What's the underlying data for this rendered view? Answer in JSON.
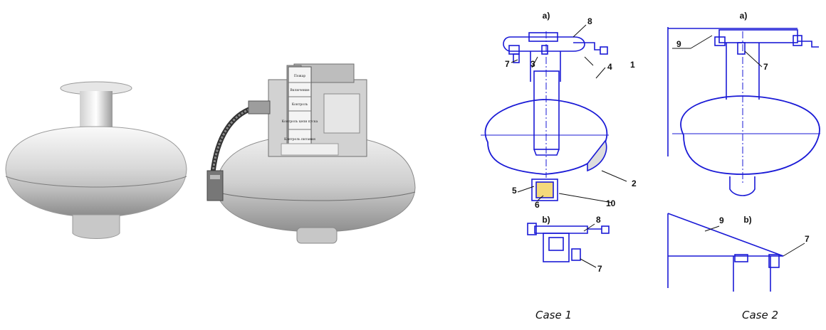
{
  "photo_left": {
    "alt": "Fire extinguisher canister (plain)"
  },
  "photo_right": {
    "panel_labels": [
      "Пожар",
      "Включение",
      "Контроль",
      "Контроль цепи пуска",
      "Контроль питания"
    ]
  },
  "case1": {
    "view_a": "a)",
    "view_b": "b)",
    "callouts": [
      "1",
      "2",
      "3",
      "4",
      "5",
      "6",
      "7",
      "8",
      "10"
    ],
    "callouts_b": [
      "8",
      "7"
    ],
    "caption": "Case 1"
  },
  "case2": {
    "view_a": "a)",
    "view_b": "b)",
    "callouts": [
      "9",
      "7"
    ],
    "callouts_b": [
      "9",
      "7"
    ],
    "caption": "Case 2"
  },
  "colors": {
    "line": "#1a1ad6",
    "ink": "#111111",
    "metal_light": "#e8e8e8",
    "metal_dark": "#8a8a8a"
  }
}
